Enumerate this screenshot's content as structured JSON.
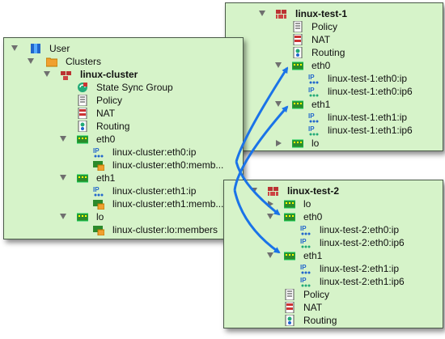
{
  "left_panel": {
    "user": "User",
    "clusters": "Clusters",
    "cluster_name": "linux-cluster",
    "state_sync": "State Sync Group",
    "policy": "Policy",
    "nat": "NAT",
    "routing": "Routing",
    "eth0": "eth0",
    "eth0_ip": "linux-cluster:eth0:ip",
    "eth0_members": "linux-cluster:eth0:memb...",
    "eth1": "eth1",
    "eth1_ip": "linux-cluster:eth1:ip",
    "eth1_members": "linux-cluster:eth1:memb...",
    "lo": "lo",
    "lo_members": "linux-cluster:lo:members"
  },
  "top_right_panel": {
    "host": "linux-test-1",
    "policy": "Policy",
    "nat": "NAT",
    "routing": "Routing",
    "eth0": "eth0",
    "eth0_ip": "linux-test-1:eth0:ip",
    "eth0_ip6": "linux-test-1:eth0:ip6",
    "eth1": "eth1",
    "eth1_ip": "linux-test-1:eth1:ip",
    "eth1_ip6": "linux-test-1:eth1:ip6",
    "lo": "lo"
  },
  "bottom_right_panel": {
    "host": "linux-test-2",
    "lo": "lo",
    "eth0": "eth0",
    "eth0_ip": "linux-test-2:eth0:ip",
    "eth0_ip6": "linux-test-2:eth0:ip6",
    "eth1": "eth1",
    "eth1_ip": "linux-test-2:eth1:ip",
    "eth1_ip6": "linux-test-2:eth1:ip6",
    "policy": "Policy",
    "nat": "NAT",
    "routing": "Routing"
  },
  "colors": {
    "panel_bg": "#d6f3c9",
    "arrow": "#1a73e8"
  }
}
